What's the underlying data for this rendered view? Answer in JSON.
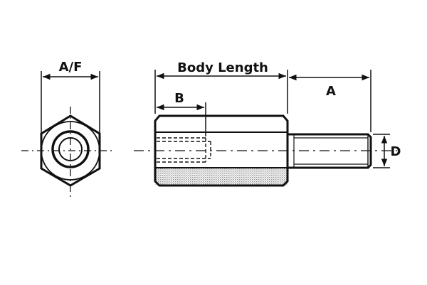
{
  "labels": {
    "across_flats": "A/F",
    "body_length": "Body Length",
    "thread_depth": "B",
    "stud_length": "A",
    "stud_diameter": "D"
  },
  "colors": {
    "line": "#111111",
    "knurl": "#9a9a9a",
    "background": "#ffffff"
  }
}
